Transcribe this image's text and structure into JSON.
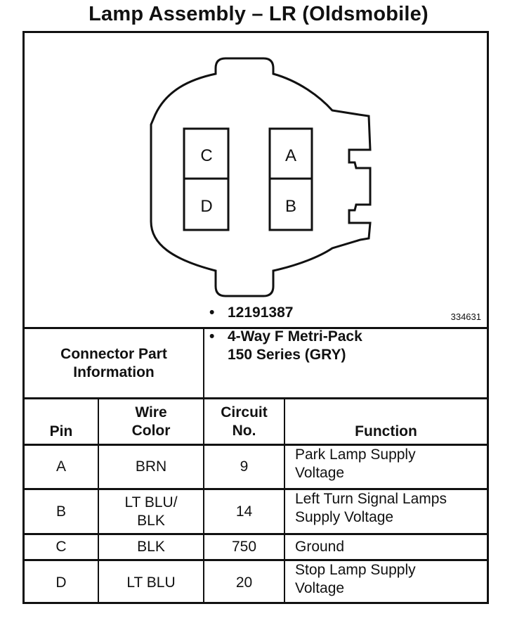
{
  "title": "Lamp Assembly – LR (Oldsmobile)",
  "figure_id": "334631",
  "connector": {
    "pins": [
      {
        "label": "C"
      },
      {
        "label": "A"
      },
      {
        "label": "D"
      },
      {
        "label": "B"
      }
    ]
  },
  "part_info": {
    "heading_line1": "Connector Part",
    "heading_line2": "Information",
    "bullet_glyph": "•",
    "part_number": "12191387",
    "type_line1": "4-Way F Metri-Pack",
    "type_line2": "150 Series (GRY)"
  },
  "table": {
    "headers": {
      "pin": "Pin",
      "wire_line1": "Wire",
      "wire_line2": "Color",
      "circuit_line1": "Circuit",
      "circuit_line2": "No.",
      "function": "Function"
    },
    "rows": [
      {
        "pin": "A",
        "color1": "BRN",
        "color2": "",
        "circuit": "9",
        "func1": "Park Lamp Supply",
        "func2": "Voltage"
      },
      {
        "pin": "B",
        "color1": "LT BLU/",
        "color2": "BLK",
        "circuit": "14",
        "func1": "Left Turn Signal Lamps",
        "func2": "Supply Voltage"
      },
      {
        "pin": "C",
        "color1": "BLK",
        "color2": "",
        "circuit": "750",
        "func1": "Ground",
        "func2": ""
      },
      {
        "pin": "D",
        "color1": "LT BLU",
        "color2": "",
        "circuit": "20",
        "func1": "Stop Lamp Supply",
        "func2": "Voltage"
      }
    ]
  }
}
